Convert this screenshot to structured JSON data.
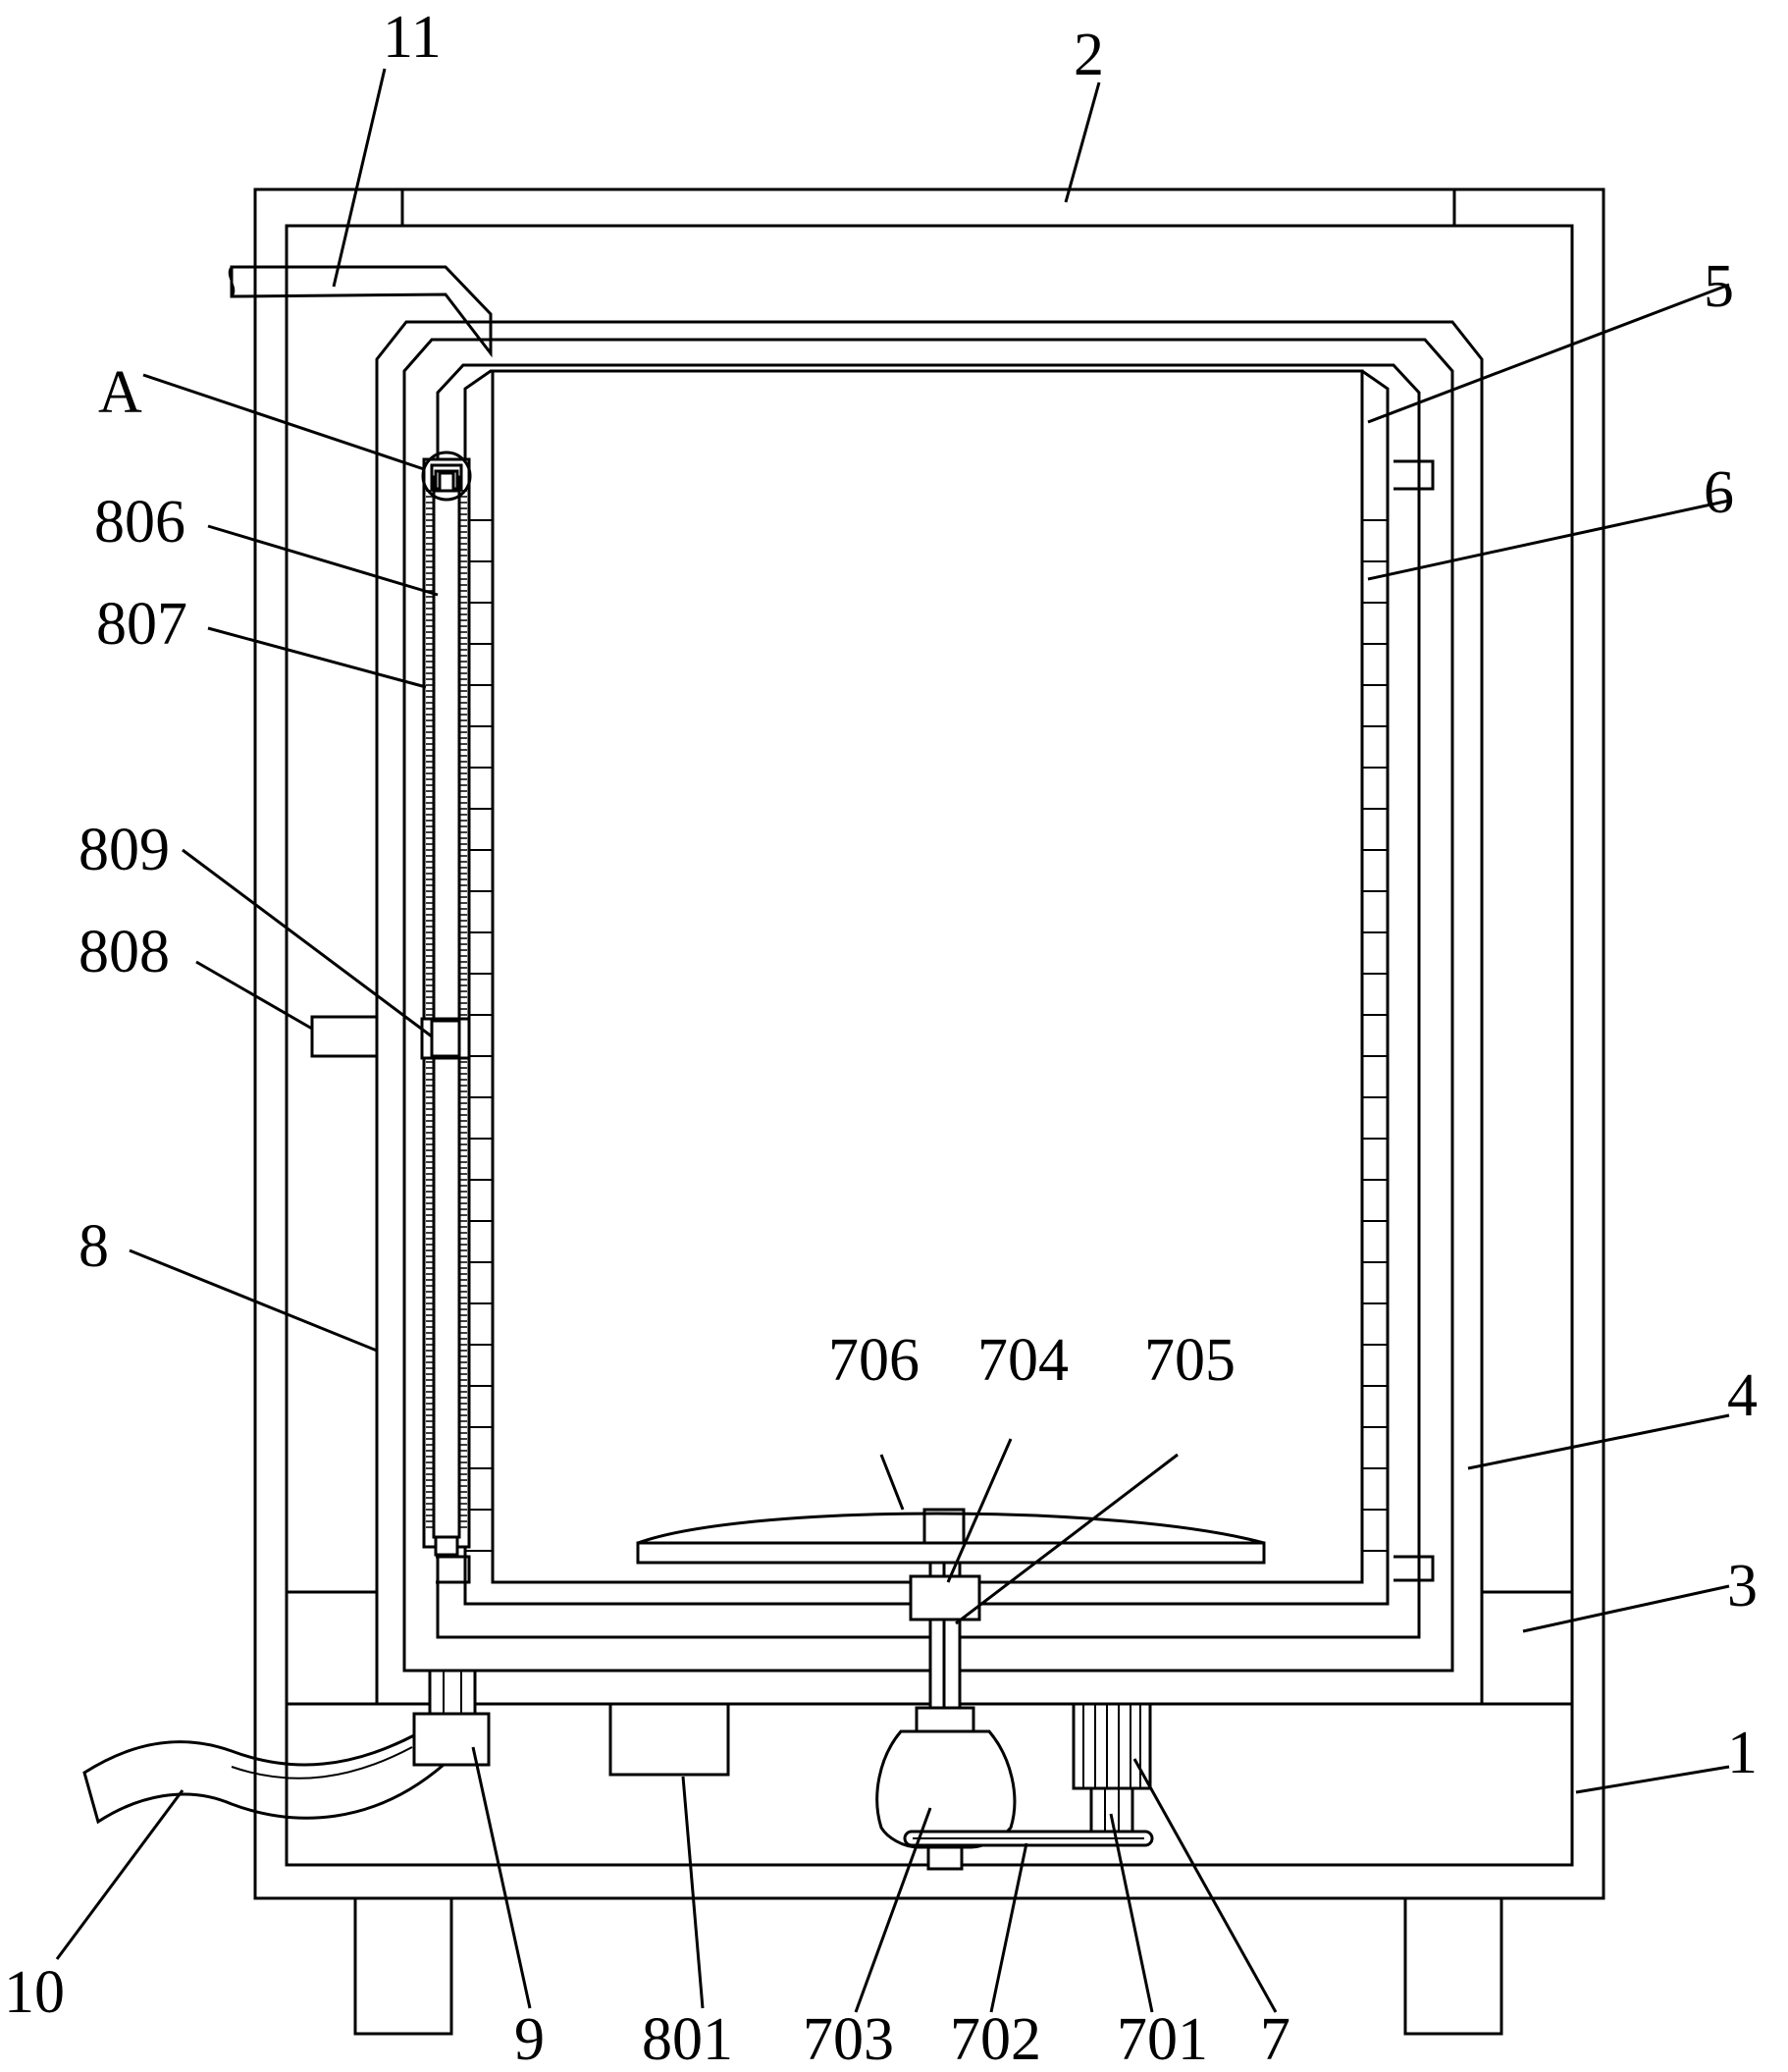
{
  "diagram": {
    "labels": {
      "l11": "11",
      "l2": "2",
      "l5": "5",
      "lA": "A",
      "l6": "6",
      "l806": "806",
      "l807": "807",
      "l809": "809",
      "l808": "808",
      "l8": "8",
      "l706": "706",
      "l704": "704",
      "l705": "705",
      "l4": "4",
      "l3": "3",
      "l1": "1",
      "l10": "10",
      "l9": "9",
      "l801": "801",
      "l703": "703",
      "l702": "702",
      "l701": "701",
      "l7": "7"
    }
  }
}
